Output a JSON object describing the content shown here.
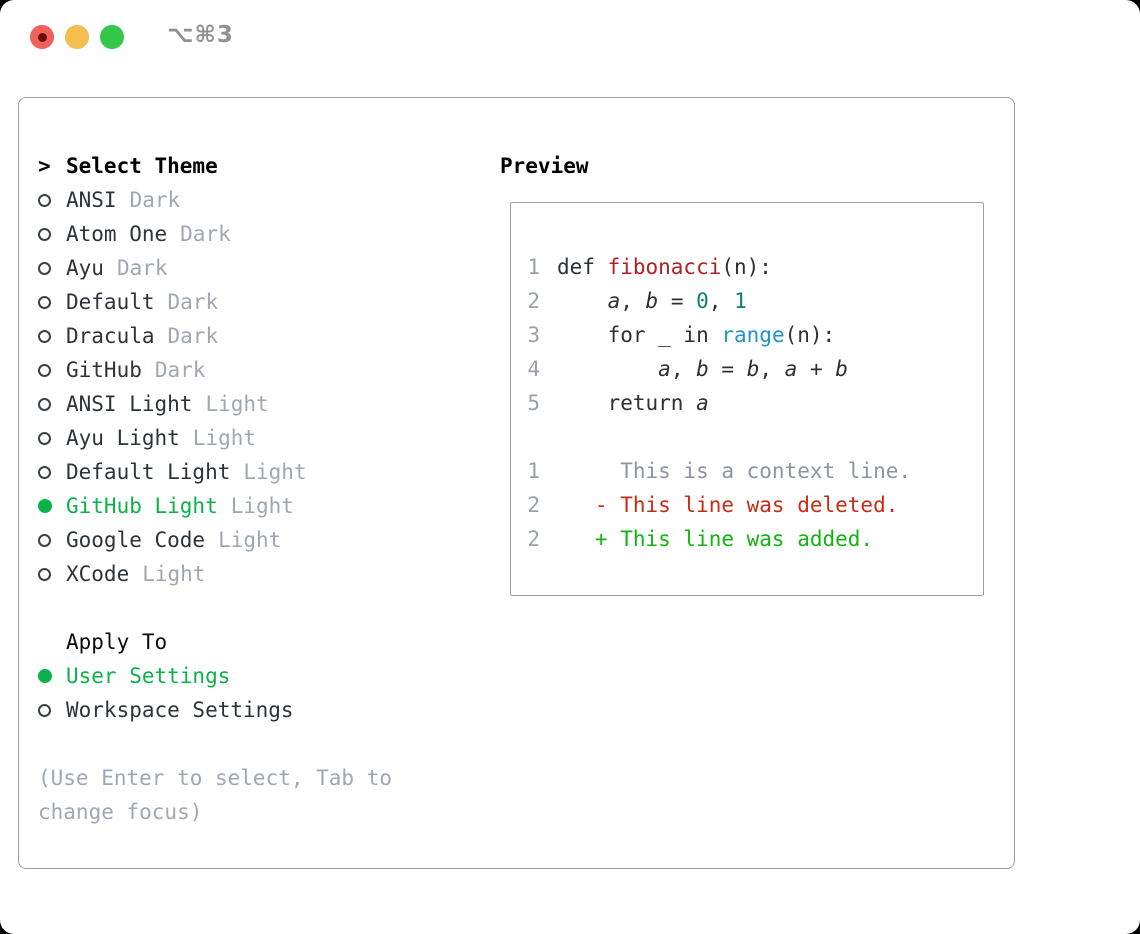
{
  "window": {
    "title": "⌥⌘3"
  },
  "select_theme": {
    "header_marker": ">",
    "header": "Select Theme",
    "items": [
      {
        "name": "ANSI",
        "variant": "Dark",
        "selected": false
      },
      {
        "name": "Atom One",
        "variant": "Dark",
        "selected": false
      },
      {
        "name": "Ayu",
        "variant": "Dark",
        "selected": false
      },
      {
        "name": "Default",
        "variant": "Dark",
        "selected": false
      },
      {
        "name": "Dracula",
        "variant": "Dark",
        "selected": false
      },
      {
        "name": "GitHub",
        "variant": "Dark",
        "selected": false
      },
      {
        "name": "ANSI Light",
        "variant": "Light",
        "selected": false
      },
      {
        "name": "Ayu Light",
        "variant": "Light",
        "selected": false
      },
      {
        "name": "Default Light",
        "variant": "Light",
        "selected": false
      },
      {
        "name": "GitHub Light",
        "variant": "Light",
        "selected": true
      },
      {
        "name": "Google Code",
        "variant": "Light",
        "selected": false
      },
      {
        "name": "XCode",
        "variant": "Light",
        "selected": false
      }
    ]
  },
  "apply_to": {
    "header": "Apply To",
    "options": [
      {
        "name": "User Settings",
        "selected": true
      },
      {
        "name": "Workspace Settings",
        "selected": false
      }
    ]
  },
  "hint": {
    "line1": "(Use Enter to select, Tab to",
    "line2": "change focus)"
  },
  "preview": {
    "header": "Preview",
    "code_lines": [
      {
        "num": "1",
        "segs": [
          "def ",
          "fibonacci",
          "(n):"
        ]
      },
      {
        "num": "2",
        "segs": [
          "    ",
          "a",
          ", ",
          "b",
          " = ",
          "0",
          ", ",
          "1"
        ]
      },
      {
        "num": "3",
        "segs": [
          "    for _ in ",
          "range",
          "(n):"
        ]
      },
      {
        "num": "4",
        "segs": [
          "        ",
          "a",
          ", ",
          "b",
          " = ",
          "b",
          ", ",
          "a",
          " + ",
          "b"
        ]
      },
      {
        "num": "5",
        "segs": [
          "    return ",
          "a"
        ]
      }
    ],
    "diff_lines": [
      {
        "num": "1",
        "kind": "context",
        "text": "     This is a context line."
      },
      {
        "num": "2",
        "kind": "deleted",
        "text": "   - This line was deleted."
      },
      {
        "num": "2",
        "kind": "added",
        "text": "   + This line was added."
      }
    ]
  },
  "colors": {
    "accent_green": "#0db14a",
    "diff_added_green": "#12b412",
    "diff_deleted_red": "#c92c15",
    "function_red": "#b02121",
    "number_teal": "#0f7d76",
    "builtin_blue": "#1f94cf",
    "muted_gray": "#9fa8b2",
    "text_dark": "#2d333a",
    "border_gray": "#99a2ac",
    "traffic_red": "#f1615a",
    "traffic_yellow": "#f6bd4f",
    "traffic_green": "#34c84a"
  }
}
